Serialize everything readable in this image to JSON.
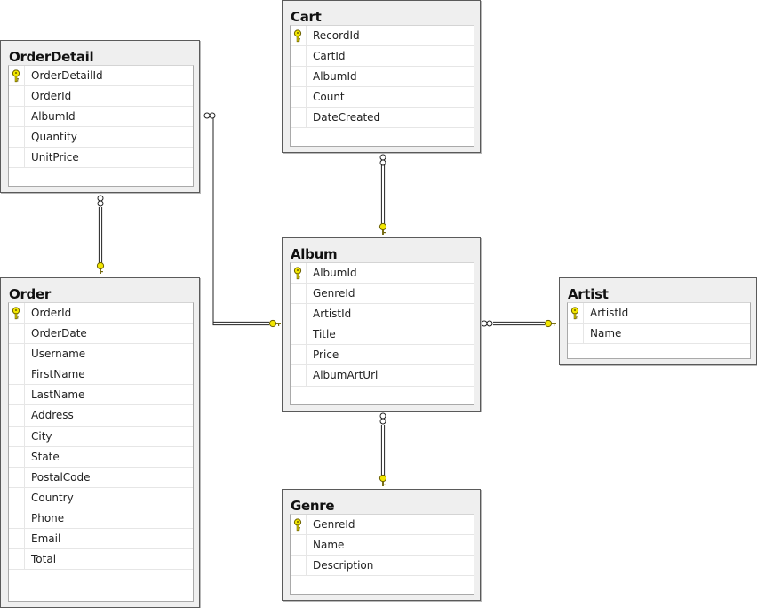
{
  "tables": [
    {
      "id": "orderdetail",
      "title": "OrderDetail",
      "columns": [
        {
          "name": "OrderDetailId",
          "key": true
        },
        {
          "name": "OrderId",
          "key": false
        },
        {
          "name": "AlbumId",
          "key": false
        },
        {
          "name": "Quantity",
          "key": false
        },
        {
          "name": "UnitPrice",
          "key": false
        }
      ]
    },
    {
      "id": "cart",
      "title": "Cart",
      "columns": [
        {
          "name": "RecordId",
          "key": true
        },
        {
          "name": "CartId",
          "key": false
        },
        {
          "name": "AlbumId",
          "key": false
        },
        {
          "name": "Count",
          "key": false
        },
        {
          "name": "DateCreated",
          "key": false
        }
      ]
    },
    {
      "id": "album",
      "title": "Album",
      "columns": [
        {
          "name": "AlbumId",
          "key": true
        },
        {
          "name": "GenreId",
          "key": false
        },
        {
          "name": "ArtistId",
          "key": false
        },
        {
          "name": "Title",
          "key": false
        },
        {
          "name": "Price",
          "key": false
        },
        {
          "name": "AlbumArtUrl",
          "key": false
        }
      ]
    },
    {
      "id": "artist",
      "title": "Artist",
      "columns": [
        {
          "name": "ArtistId",
          "key": true
        },
        {
          "name": "Name",
          "key": false
        }
      ]
    },
    {
      "id": "order",
      "title": "Order",
      "columns": [
        {
          "name": "OrderId",
          "key": true
        },
        {
          "name": "OrderDate",
          "key": false
        },
        {
          "name": "Username",
          "key": false
        },
        {
          "name": "FirstName",
          "key": false
        },
        {
          "name": "LastName",
          "key": false
        },
        {
          "name": "Address",
          "key": false
        },
        {
          "name": "City",
          "key": false
        },
        {
          "name": "State",
          "key": false
        },
        {
          "name": "PostalCode",
          "key": false
        },
        {
          "name": "Country",
          "key": false
        },
        {
          "name": "Phone",
          "key": false
        },
        {
          "name": "Email",
          "key": false
        },
        {
          "name": "Total",
          "key": false
        }
      ]
    },
    {
      "id": "genre",
      "title": "Genre",
      "columns": [
        {
          "name": "GenreId",
          "key": true
        },
        {
          "name": "Name",
          "key": false
        },
        {
          "name": "Description",
          "key": false
        }
      ]
    }
  ],
  "relationships": [
    {
      "id": "cart-album",
      "from": "Cart",
      "to": "Album",
      "from_end": "many",
      "to_end": "one"
    },
    {
      "id": "orderdetail-album",
      "from": "OrderDetail",
      "to": "Album",
      "from_end": "many",
      "to_end": "one"
    },
    {
      "id": "orderdetail-order",
      "from": "OrderDetail",
      "to": "Order",
      "from_end": "many",
      "to_end": "one"
    },
    {
      "id": "album-artist",
      "from": "Album",
      "to": "Artist",
      "from_end": "many",
      "to_end": "one"
    },
    {
      "id": "album-genre",
      "from": "Album",
      "to": "Genre",
      "from_end": "many",
      "to_end": "one"
    }
  ],
  "colors": {
    "key_icon": "#f2e600",
    "line": "#222222"
  }
}
